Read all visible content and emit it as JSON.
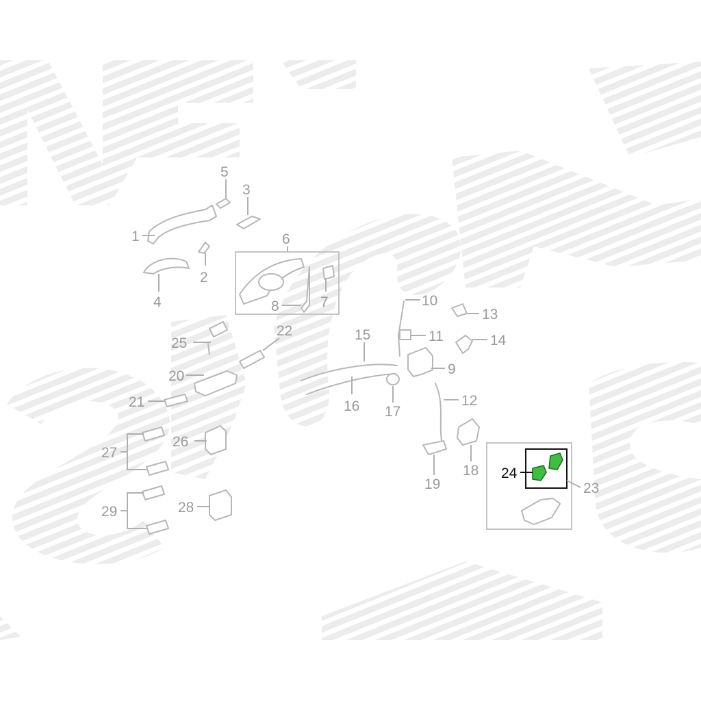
{
  "diagram": {
    "callouts": [
      {
        "id": "1",
        "label": "1"
      },
      {
        "id": "2",
        "label": "2"
      },
      {
        "id": "3",
        "label": "3"
      },
      {
        "id": "4",
        "label": "4"
      },
      {
        "id": "5",
        "label": "5"
      },
      {
        "id": "6",
        "label": "6"
      },
      {
        "id": "7",
        "label": "7"
      },
      {
        "id": "8",
        "label": "8"
      },
      {
        "id": "9",
        "label": "9"
      },
      {
        "id": "10",
        "label": "10"
      },
      {
        "id": "11",
        "label": "11"
      },
      {
        "id": "12",
        "label": "12"
      },
      {
        "id": "13",
        "label": "13"
      },
      {
        "id": "14",
        "label": "14"
      },
      {
        "id": "15",
        "label": "15"
      },
      {
        "id": "16",
        "label": "16"
      },
      {
        "id": "17",
        "label": "17"
      },
      {
        "id": "18",
        "label": "18"
      },
      {
        "id": "19",
        "label": "19"
      },
      {
        "id": "20",
        "label": "20"
      },
      {
        "id": "21",
        "label": "21"
      },
      {
        "id": "22",
        "label": "22"
      },
      {
        "id": "23",
        "label": "23"
      },
      {
        "id": "24",
        "label": "24",
        "highlighted": true
      },
      {
        "id": "25",
        "label": "25"
      },
      {
        "id": "26",
        "label": "26"
      },
      {
        "id": "27",
        "label": "27"
      },
      {
        "id": "28",
        "label": "28"
      },
      {
        "id": "29",
        "label": "29"
      }
    ],
    "highlight_color": "#3fbf3f",
    "watermark_color": "#e6e6e6",
    "line_color": "#b7b7b7"
  }
}
